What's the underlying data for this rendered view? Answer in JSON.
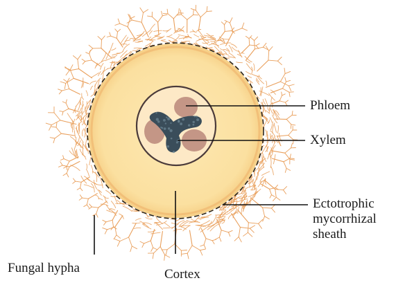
{
  "labels": {
    "phloem": "Phloem",
    "xylem": "Xylem",
    "sheath": [
      "Ectotrophic",
      "mycorrhizal",
      "sheath"
    ],
    "fungal_hypha": "Fungal hypha",
    "cortex": "Cortex"
  },
  "colors": {
    "cortex_fill": "#fbe3a3",
    "hyphae": "#e89a52",
    "sheath_dashes": "#2b2418",
    "stele_fill": "#fde9c6",
    "stele_ring": "#4a3a3a",
    "phloem_fill": "#c49686",
    "xylem_fill": "#3a4d5a",
    "leader_lines": "#111111"
  }
}
